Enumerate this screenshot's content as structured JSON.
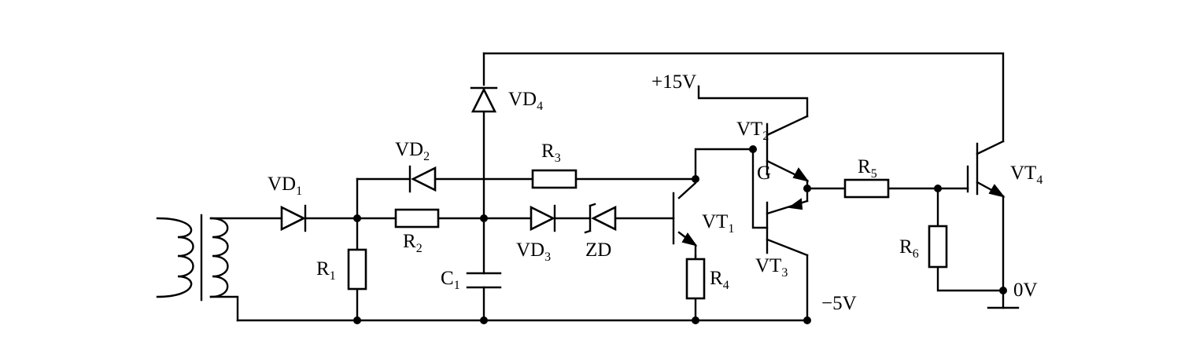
{
  "labels": {
    "vd1": {
      "main": "VD",
      "sub": "1"
    },
    "vd2": {
      "main": "VD",
      "sub": "2"
    },
    "vd3": {
      "main": "VD",
      "sub": "3"
    },
    "vd4": {
      "main": "VD",
      "sub": "4"
    },
    "zd": "ZD",
    "r1": {
      "main": "R",
      "sub": "1"
    },
    "r2": {
      "main": "R",
      "sub": "2"
    },
    "r3": {
      "main": "R",
      "sub": "3"
    },
    "r4": {
      "main": "R",
      "sub": "4"
    },
    "r5": {
      "main": "R",
      "sub": "5"
    },
    "r6": {
      "main": "R",
      "sub": "6"
    },
    "c1": {
      "main": "C",
      "sub": "1"
    },
    "vt1": {
      "main": "VT",
      "sub": "1"
    },
    "vt2": {
      "main": "VT",
      "sub": "2"
    },
    "vt3": {
      "main": "VT",
      "sub": "3"
    },
    "vt4": {
      "main": "VT",
      "sub": "4"
    },
    "g": "G",
    "plus15v": "+15V",
    "minus5v": "−5V",
    "zero_v": "0V"
  }
}
